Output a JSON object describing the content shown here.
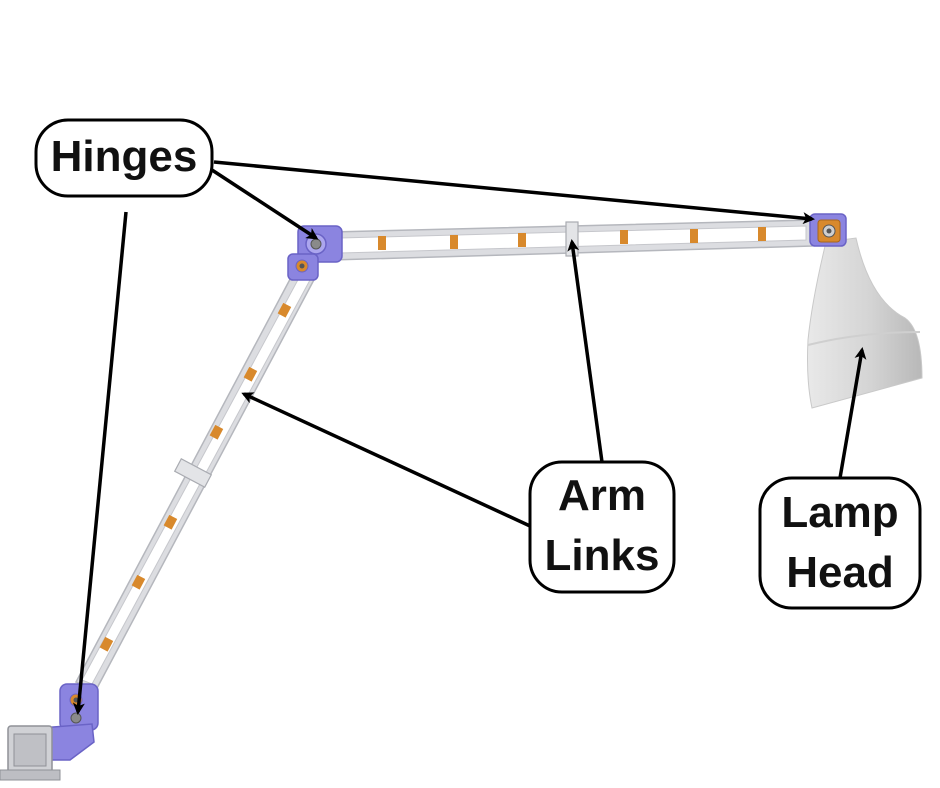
{
  "labels": {
    "hinges": "Hinges",
    "arm_links": [
      "Arm",
      "Links"
    ],
    "lamp_head": [
      "Lamp",
      "Head"
    ]
  },
  "colors": {
    "hinge": "#8b84e0",
    "hinge_dark": "#6a63c6",
    "hinge_light": "#aca6ee",
    "arm": "#d7d8dc",
    "arm_edge": "#b9bbc1",
    "spacer": "#d8892c",
    "shade_light": "#f2f2f2",
    "shade_dark": "#bdbdbd",
    "ink": "#000000"
  }
}
